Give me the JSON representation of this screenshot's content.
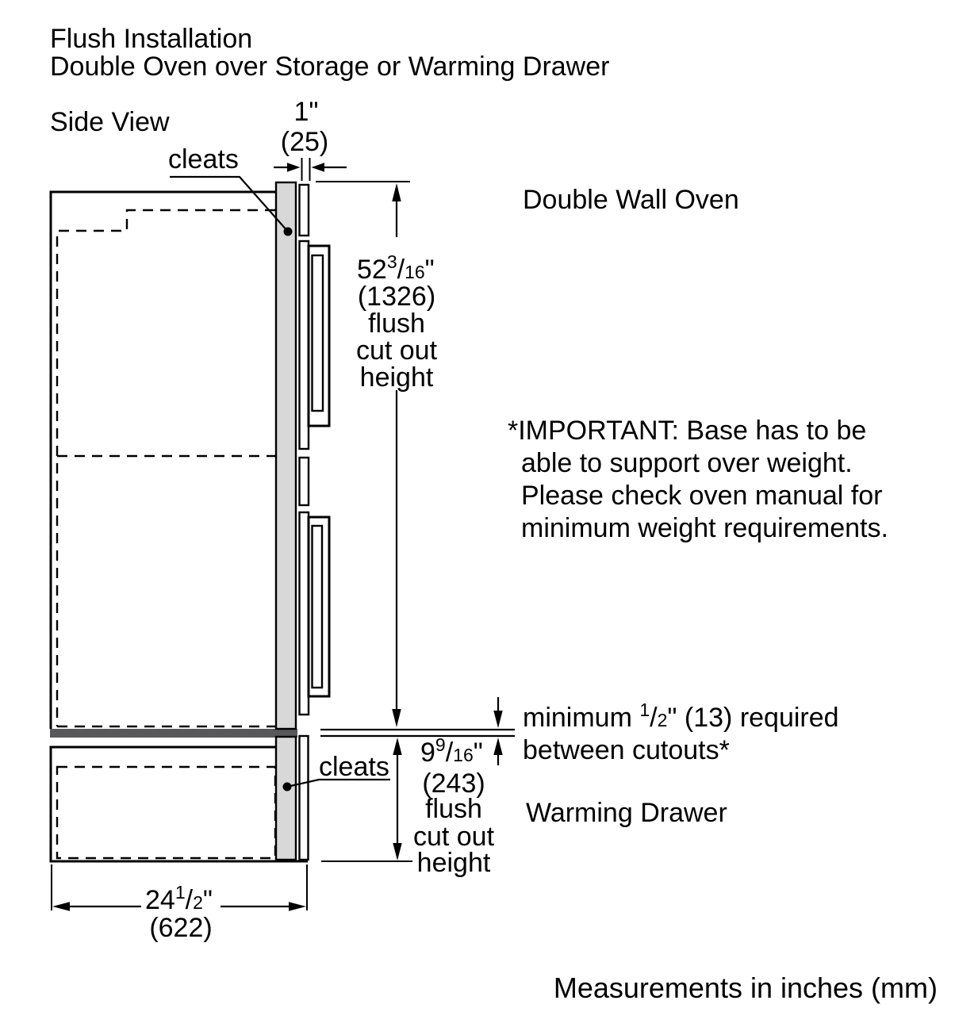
{
  "title": {
    "line1": "Flush Installation",
    "line2": "Double Oven over Storage or Warming Drawer"
  },
  "view_label": "Side View",
  "labels": {
    "cleats_top": "cleats",
    "cleats_bottom": "cleats",
    "double_wall_oven": "Double Wall Oven",
    "warming_drawer": "Warming Drawer"
  },
  "note": {
    "line1": "*IMPORTANT: Base has to be",
    "line2": "able to support over weight.",
    "line3": "Please check oven manual for",
    "line4": "minimum weight requirements."
  },
  "gap_note": {
    "prefix": "minimum ",
    "num": "1",
    "slash": "/",
    "den": "2",
    "suffix": "\" (13) required",
    "line2": "between cutouts*"
  },
  "dims": {
    "cleat_thickness": {
      "inches": "1\"",
      "mm": "(25)"
    },
    "upper_cutout": {
      "whole": "52",
      "num": "3",
      "slash": "/",
      "den": "16",
      "quote": "\"",
      "mm": "(1326)",
      "cap1": "flush",
      "cap2": "cut out",
      "cap3": "height"
    },
    "lower_cutout": {
      "whole": "9",
      "num": "9",
      "slash": "/",
      "den": "16",
      "quote": "\"",
      "mm": "(243)",
      "cap1": "flush",
      "cap2": "cut out",
      "cap3": "height"
    },
    "depth": {
      "whole": "24",
      "num": "1",
      "slash": "/",
      "den": "2",
      "quote": "\"",
      "mm": "(622)"
    }
  },
  "footer": "Measurements in inches (mm)",
  "colors": {
    "cleat_fill": "#d8d8d8",
    "divider_fill": "#58585a",
    "line": "#000000"
  }
}
